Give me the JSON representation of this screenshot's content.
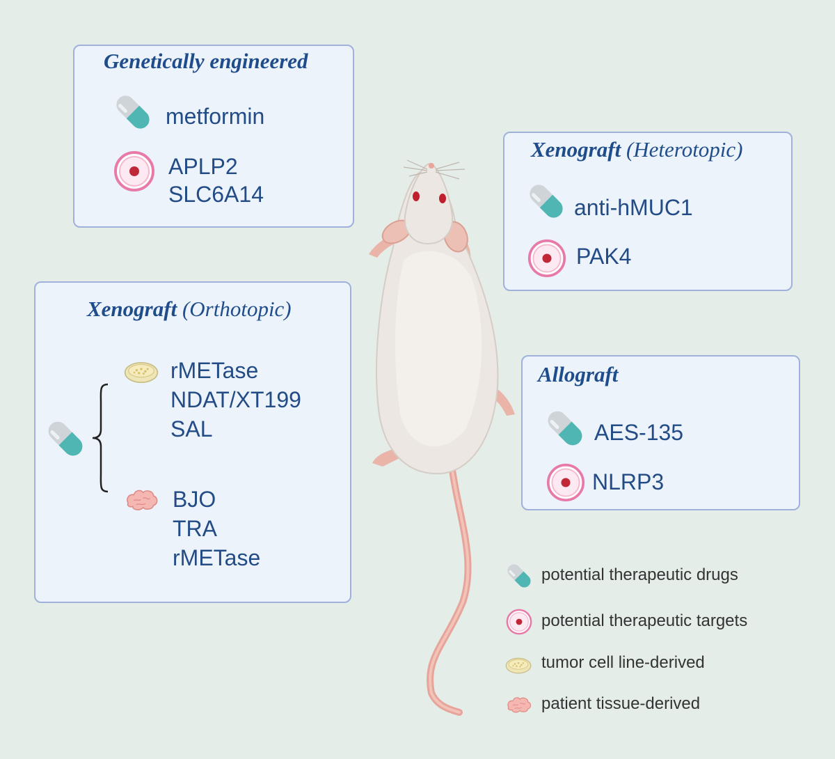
{
  "boxes": {
    "genetically_engineered": {
      "title": "Genetically engineered",
      "drug": "metformin",
      "targets": [
        "APLP2",
        "SLC6A14"
      ]
    },
    "xenograft_heterotopic": {
      "title_main": "Xenograft",
      "title_sub": "(Heterotopic)",
      "drug": "anti-hMUC1",
      "target": "PAK4"
    },
    "xenograft_orthotopic": {
      "title_main": "Xenograft",
      "title_sub": "(Orthotopic)",
      "cell_line_drugs": [
        "rMETase",
        "NDAT/XT199",
        "SAL"
      ],
      "tissue_drugs": [
        "BJO",
        "TRA",
        "rMETase"
      ]
    },
    "allograft": {
      "title": "Allograft",
      "drug": "AES-135",
      "target": "NLRP3"
    }
  },
  "legend": {
    "drugs": "potential therapeutic drugs",
    "targets": "potential therapeutic targets",
    "cell_line": "tumor cell line-derived",
    "tissue": "patient tissue-derived"
  },
  "icons": [
    "capsule-icon",
    "target-icon",
    "petri-dish-icon",
    "tissue-icon",
    "mouse-illustration"
  ],
  "colors": {
    "background": "#e4ede8",
    "box_fill": "#ecf3fb",
    "box_border": "#9fb1da",
    "text": "#234c86",
    "capsule_teal": "#4fb6b4",
    "target_pink": "#e77aa8",
    "target_red": "#c02838"
  }
}
